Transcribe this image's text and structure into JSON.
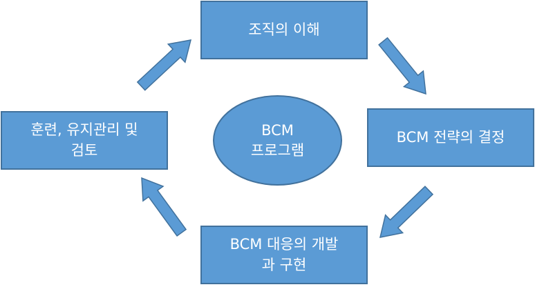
{
  "diagram": {
    "top_box": "조직의 이해",
    "right_box": "BCM 전략의 결정",
    "bottom_box": "BCM 대응의 개발\n과 구현",
    "left_box": "훈련, 유지관리 및\n검토",
    "center": "BCM\n프로그램"
  },
  "colors": {
    "box_fill": "#5b9bd5",
    "box_border": "#41719c",
    "text": "#ffffff"
  }
}
